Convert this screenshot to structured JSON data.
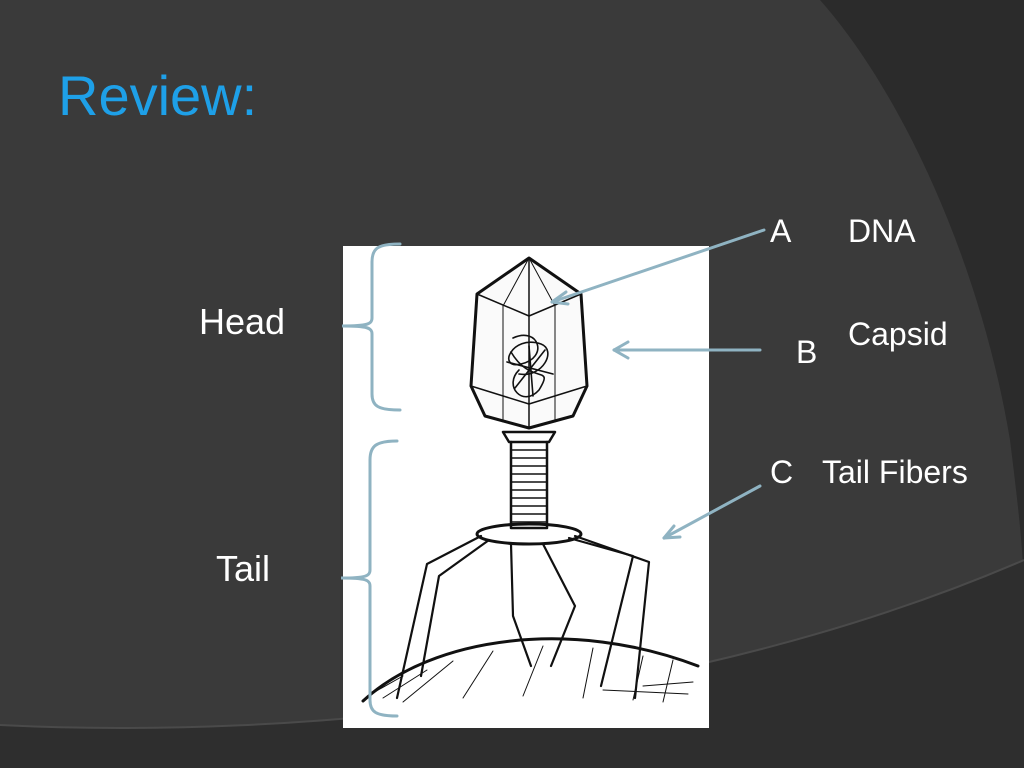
{
  "slide": {
    "title": "Review:",
    "colors": {
      "background": "#3a3a3a",
      "background_arc": "#2b2b2b",
      "title": "#1ea0e8",
      "label_text": "#ffffff",
      "leader_line": "#8fb3c2"
    }
  },
  "labels": {
    "head": "Head",
    "tail": "Tail",
    "a": {
      "letter": "A",
      "text": "DNA"
    },
    "b": {
      "letter": "B",
      "text": "Capsid"
    },
    "c": {
      "letter": "C",
      "text": "Tail Fibers"
    }
  },
  "illustration": {
    "subject": "bacteriophage-drawing"
  }
}
